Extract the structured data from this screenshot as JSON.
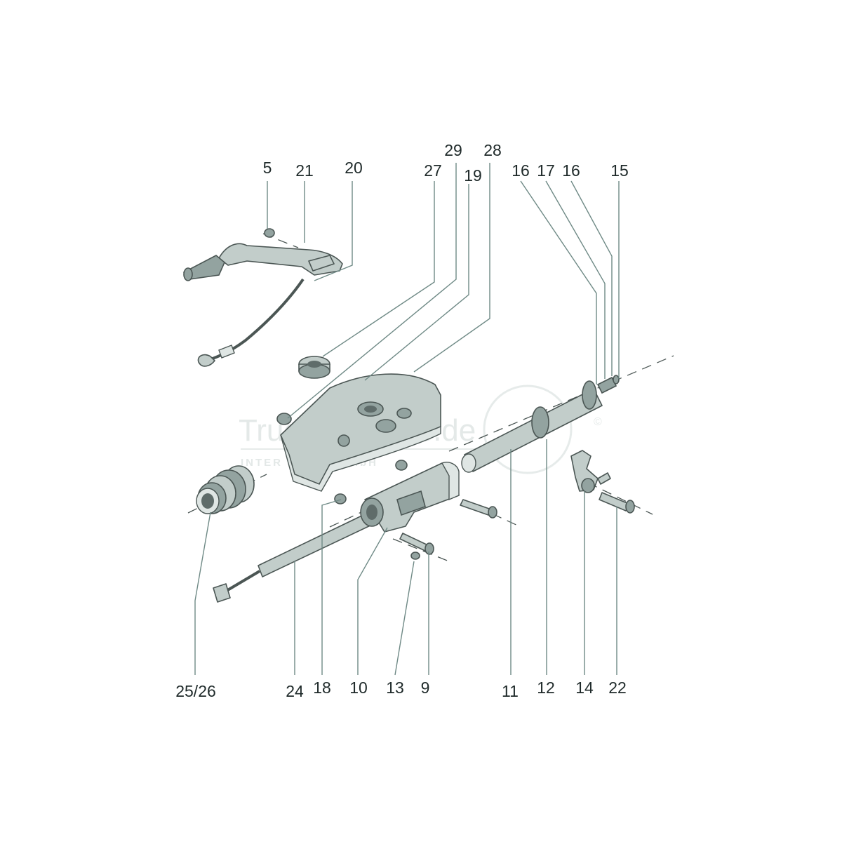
{
  "diagram": {
    "watermark": "TruckSystems.de",
    "watermark_mark": "©",
    "watermark_sub": "INTERNATIONAL GmbH",
    "labels": {
      "p5": "5",
      "p21": "21",
      "p20": "20",
      "p27": "27",
      "p29": "29",
      "p19": "19",
      "p28": "28",
      "p16a": "16",
      "p17": "17",
      "p16b": "16",
      "p15": "15",
      "p25_26": "25/26",
      "p24": "24",
      "p18": "18",
      "p10": "10",
      "p13": "13",
      "p9": "9",
      "p11": "11",
      "p12": "12",
      "p14": "14",
      "p22": "22"
    }
  }
}
